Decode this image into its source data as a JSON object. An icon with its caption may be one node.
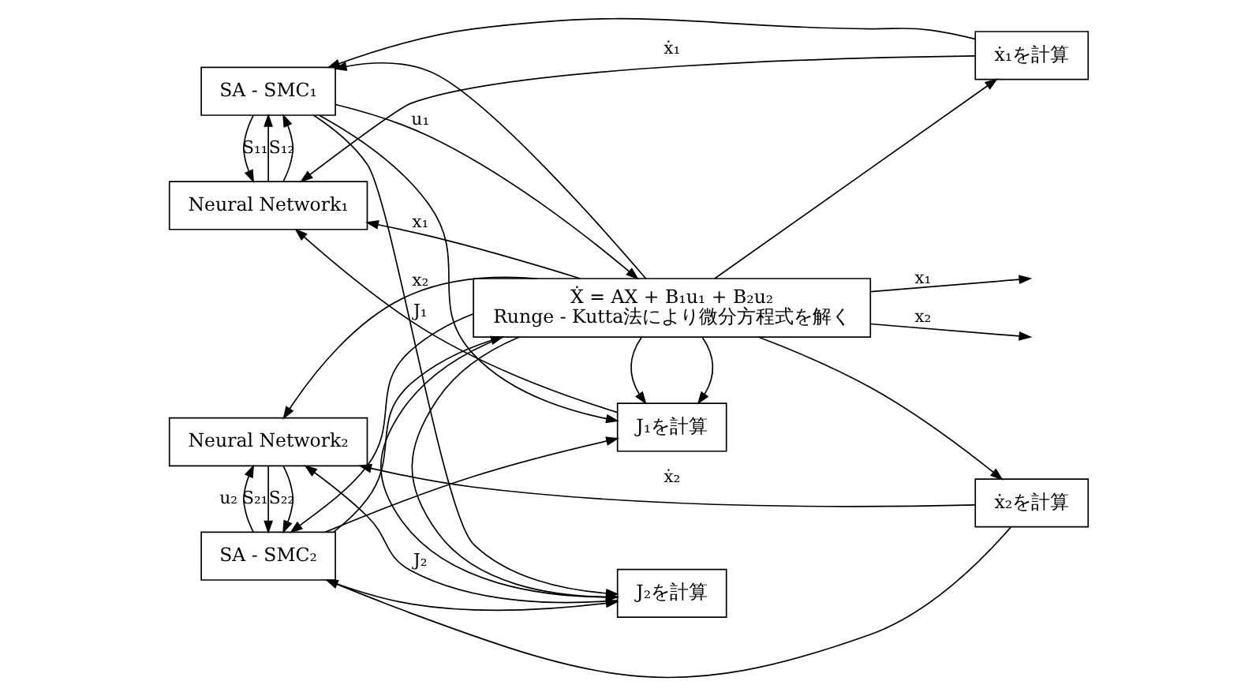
{
  "diagram": {
    "nodes": [
      {
        "text": [
          "Neural Network₁"
        ]
      },
      {
        "text": [
          "J₁を計算"
        ]
      },
      {
        "text": [
          "ẋ₁を計算"
        ]
      },
      {
        "text": [
          "SA - SMC₁"
        ]
      },
      {
        "text": [
          "Ẋ = AX + B₁u₁ + B₂u₂",
          "Runge - Kutta法により微分方程式を解く"
        ]
      },
      {
        "text": [
          "ẋ₂を計算"
        ]
      },
      {
        "text": [
          "SA - SMC₂"
        ]
      },
      {
        "text": [
          "Neural Network₂"
        ]
      },
      {
        "text": [
          "J₂を計算"
        ]
      }
    ],
    "edges": [
      {
        "from": 4,
        "to": null,
        "arrow": "to",
        "label": "x₁"
      },
      {
        "from": 4,
        "to": null,
        "arrow": "to",
        "label": "x₂"
      },
      {
        "from": 4,
        "to": 2,
        "arrow": "to"
      },
      {
        "from": 4,
        "to": 0,
        "arrow": "to",
        "label": "x₁"
      },
      {
        "from": 4,
        "to": 3,
        "arrow": "to"
      },
      {
        "from": 4,
        "to": 1,
        "arrow": "to"
      },
      {
        "from": 4,
        "to": 8,
        "arrow": "to"
      },
      {
        "from": 4,
        "to": 1,
        "arrow": "to"
      },
      {
        "from": 4,
        "to": 8,
        "arrow": "to"
      },
      {
        "from": 4,
        "to": 5,
        "arrow": "to"
      },
      {
        "from": 4,
        "to": 6,
        "arrow": "to"
      },
      {
        "from": 4,
        "to": 7,
        "arrow": "to",
        "label": "x₂"
      },
      {
        "from": 2,
        "to": 3,
        "arrow": "to"
      },
      {
        "from": 2,
        "to": 0,
        "arrow": "to",
        "label": "ẋ₁"
      },
      {
        "from": 5,
        "to": 6,
        "arrow": "to"
      },
      {
        "from": 5,
        "to": 7,
        "arrow": "to",
        "label": "ẋ₂"
      },
      {
        "from": 0,
        "to": 3,
        "arrow": "to",
        "label": "S₁₁"
      },
      {
        "from": 0,
        "to": 3,
        "arrow": "to",
        "label": "S₁₂"
      },
      {
        "from": 3,
        "to": 0,
        "arrow": "to"
      },
      {
        "from": 3,
        "to": 4,
        "arrow": "to",
        "label": "u₁"
      },
      {
        "from": 3,
        "to": 1,
        "arrow": "to"
      },
      {
        "from": 3,
        "to": 8,
        "arrow": "to"
      },
      {
        "from": 6,
        "to": 4,
        "arrow": "to"
      },
      {
        "from": 6,
        "to": 7,
        "arrow": "to",
        "label": "u₂"
      },
      {
        "from": 6,
        "to": 1,
        "arrow": "to"
      },
      {
        "from": 6,
        "to": 8,
        "arrow": "to"
      },
      {
        "from": 7,
        "to": 6,
        "arrow": "to",
        "label": "S₂₁"
      },
      {
        "from": 7,
        "to": 6,
        "arrow": "to",
        "label": "S₂₂"
      },
      {
        "from": 1,
        "to": 0,
        "arrow": "to",
        "label": "J₁"
      },
      {
        "from": 8,
        "to": 7,
        "arrow": "to",
        "label": "J₂"
      }
    ]
  }
}
